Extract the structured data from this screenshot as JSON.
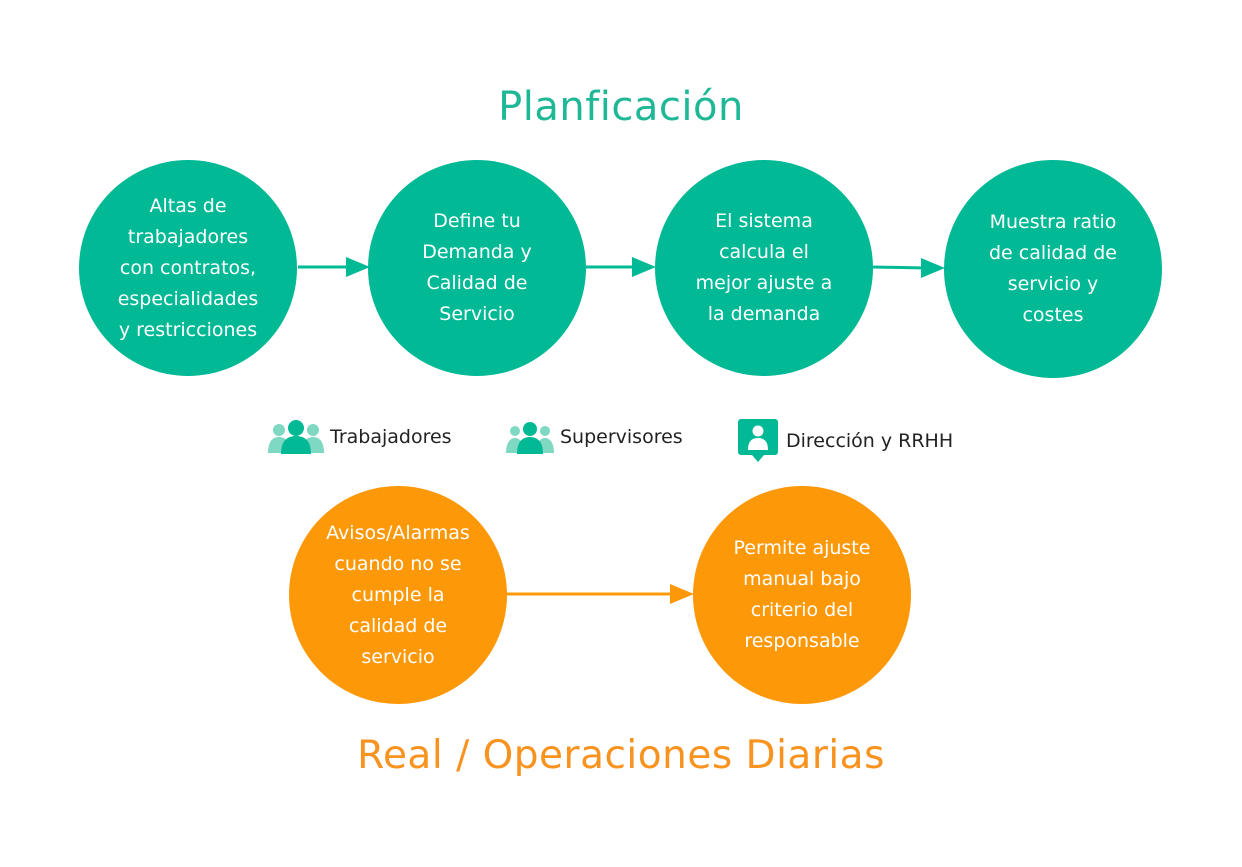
{
  "titles": {
    "planning": "Planficación",
    "operations": "Real / Operaciones Diarias"
  },
  "planning_steps": [
    "Altas de\ntrabajadores\ncon contratos,\nespecialidades\ny restricciones",
    "Define tu\nDemanda y\nCalidad de\nServicio",
    "El sistema\ncalcula el\nmejor ajuste a\nla demanda",
    "Muestra ratio\nde calidad de\nservicio y\ncostes"
  ],
  "operations_steps": [
    "Avisos/Alarmas\ncuando no se\ncumple la\ncalidad de\nservicio",
    "Permite ajuste\nmanual bajo\ncriterio del\nresponsable"
  ],
  "legend": [
    {
      "label": "Trabajadores",
      "icon": "people-group-icon"
    },
    {
      "label": "Supervisores",
      "icon": "people-group-icon"
    },
    {
      "label": "Dirección y RRHH",
      "icon": "person-badge-icon"
    }
  ],
  "colors": {
    "planning": "#02b996",
    "operations": "#fd9809",
    "planning_title": "#1fb897",
    "operations_title": "#f7931e"
  }
}
